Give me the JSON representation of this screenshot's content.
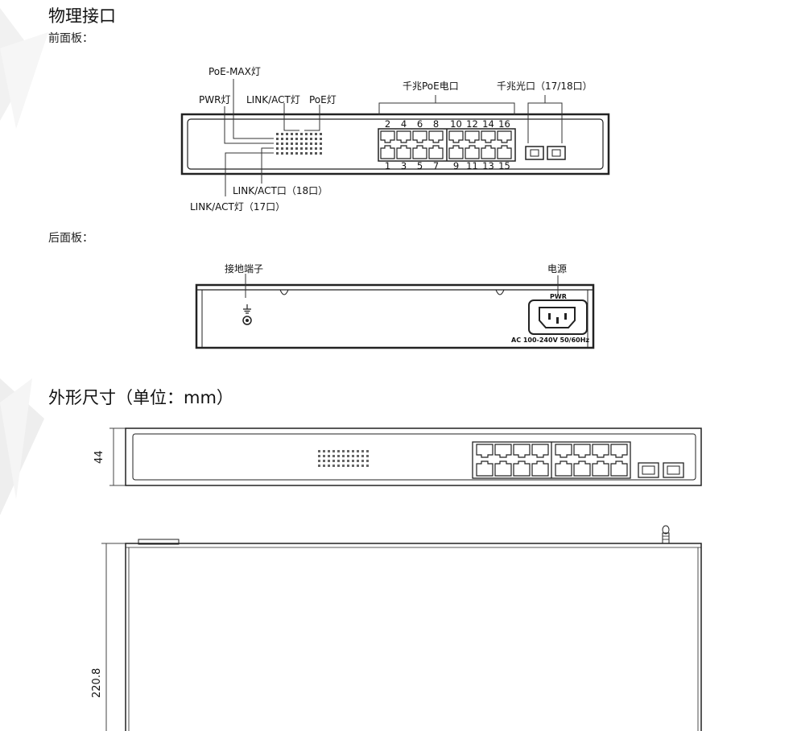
{
  "sections": {
    "physical_ports": "物理接口",
    "front_panel": "前面板：",
    "rear_panel": "后面板：",
    "dimensions": "外形尺寸（单位：mm）"
  },
  "front_labels": {
    "poe_max": "PoE-MAX灯",
    "pwr": "PWR灯",
    "link_act": "LINK/ACT灯",
    "poe": "PoE灯",
    "gigabit_poe": "千兆PoE电口",
    "gigabit_fiber": "千兆光口（17/18口）",
    "link_act_18": "LINK/ACT口（18口）",
    "link_act_17": "LINK/ACT灯（17口）"
  },
  "port_numbers": {
    "top": [
      "2",
      "4",
      "6",
      "8",
      "10",
      "12",
      "14",
      "16"
    ],
    "bottom": [
      "1",
      "3",
      "5",
      "7",
      "9",
      "11",
      "13",
      "15"
    ]
  },
  "rear_labels": {
    "ground": "接地端子",
    "power": "电源",
    "pwr": "PWR",
    "rating": "AC 100-240V 50/60Hz"
  },
  "dimension_values": {
    "height": "44",
    "depth": "220.8"
  }
}
